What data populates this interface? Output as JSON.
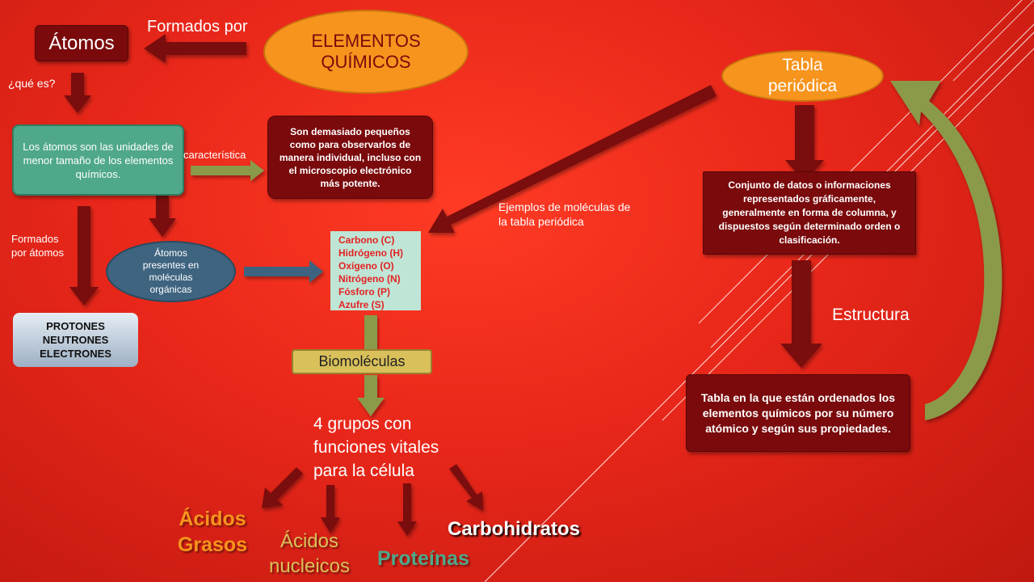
{
  "atomos": "Átomos",
  "formados_por": "Formados por",
  "elementos_quimicos_1": "ELEMENTOS",
  "elementos_quimicos_2": "QUÍMICOS",
  "que_es": "¿qué es?",
  "atomos_def": "Los átomos son las unidades de menor tamaño de los elementos químicos.",
  "caracteristica": "característica",
  "son_pequenos": "Son demasiado pequeños como para observarlos de manera individual, incluso con el microscopio electrónico más potente.",
  "formados_por_atomos": "Formados por átomos",
  "atomos_presentes": "Átomos presentes en moléculas orgánicas",
  "protones": "PROTONES",
  "neutrones": "NEUTRONES",
  "electrones": "ELECTRONES",
  "elements": [
    "Carbono (C)",
    "Hidrógeno (H)",
    "Oxígeno (O)",
    "Nitrógeno (N)",
    "Fósforo (P)",
    "Azufre (S)"
  ],
  "biomoleculas": "Biomoléculas",
  "grupos_1": "4 grupos con",
  "grupos_2": "funciones vitales",
  "grupos_3": "para la célula",
  "acidos_grasos_1": "Ácidos",
  "acidos_grasos_2": "Grasos",
  "acidos_nucleicos_1": "Ácidos",
  "acidos_nucleicos_2": "nucleicos",
  "proteinas": "Proteínas",
  "carbohidratos": "Carbohidratos",
  "ejemplos": "Ejemplos de moléculas de la tabla periódica",
  "tabla_1": "Tabla",
  "tabla_2": "periódica",
  "conjunto": "Conjunto de datos o informaciones representados gráficamente, generalmente en forma de columna, y dispuestos según determinado orden o clasificación.",
  "estructura": "Estructura",
  "tabla_def": "Tabla en la que están ordenados los elementos químicos por su número atómico y según sus propiedades.",
  "colors": {
    "dark_red": "#7a0a0c",
    "orange": "#f7941d",
    "teal_box": "#4fa88a",
    "blue_oval": "#3e6480",
    "mint_box": "#bfe5d6",
    "olive_arrow": "#8a9a4a",
    "biomol_box": "#d9c05a"
  }
}
